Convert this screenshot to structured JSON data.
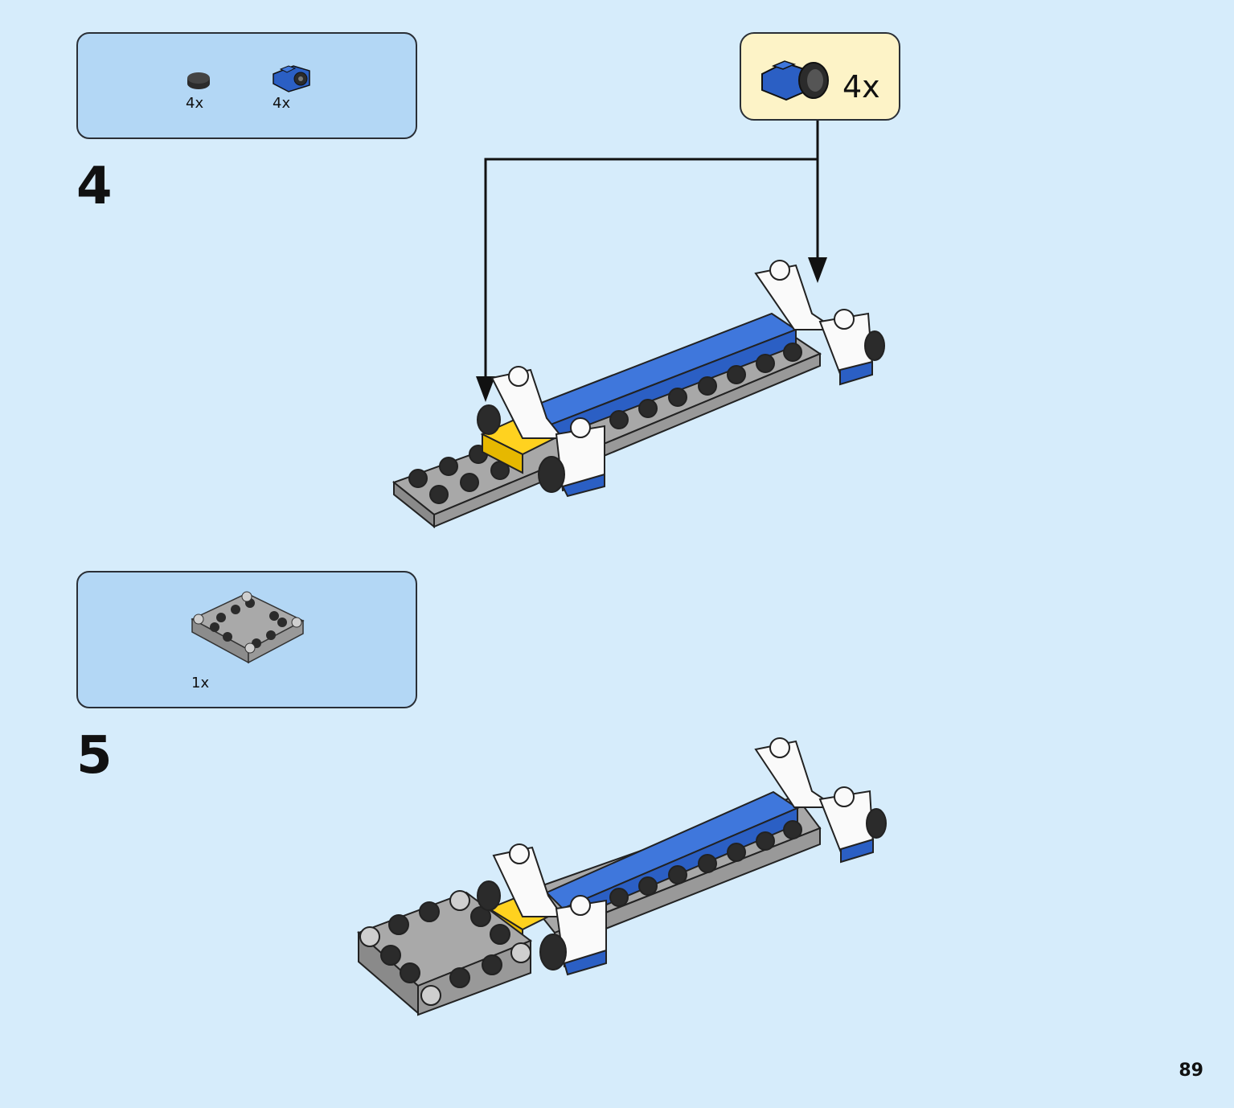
{
  "step4": {
    "number": "4",
    "parts": [
      {
        "icon": "round-tile-black-icon",
        "qty": "4x"
      },
      {
        "icon": "bracket-with-wheel-blue-icon",
        "qty": "4x"
      }
    ],
    "callout": {
      "icon": "blue-bracket-wheel-icon",
      "qty": "4x"
    }
  },
  "step5": {
    "number": "5",
    "parts": [
      {
        "icon": "gray-plate-4x4-icon",
        "qty": "1x"
      }
    ]
  },
  "page_number": "89",
  "colors": {
    "background": "#d6ecfb",
    "parts_box": "#b3d7f5",
    "callout": "#fdf3c7",
    "blue_brick": "#2b5fc4",
    "yellow_tile": "#ffd21f",
    "gray_plate": "#a3a3a3"
  }
}
